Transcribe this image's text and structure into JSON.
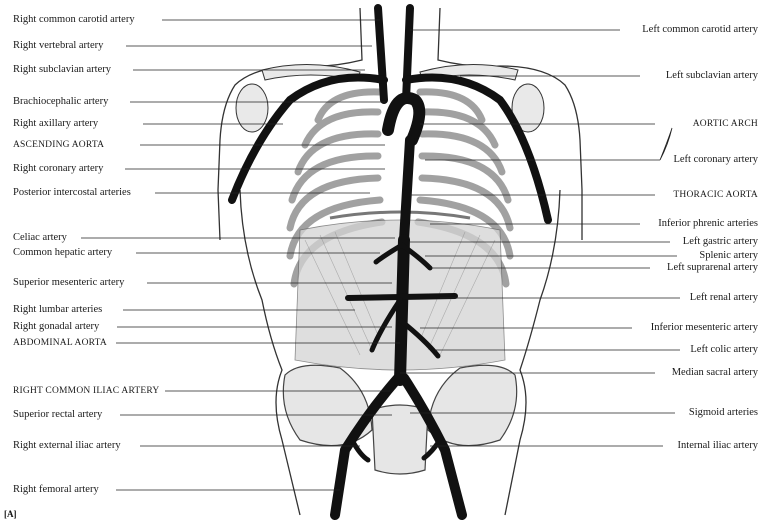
{
  "figure": {
    "letter": "[A]",
    "labels_left": [
      {
        "id": "right-common-carotid",
        "text": "Right common carotid artery"
      },
      {
        "id": "right-vertebral",
        "text": "Right vertebral artery"
      },
      {
        "id": "right-subclavian",
        "text": "Right subclavian artery"
      },
      {
        "id": "brachiocephalic",
        "text": "Brachiocephalic artery"
      },
      {
        "id": "right-axillary",
        "text": "Right axillary artery"
      },
      {
        "id": "ascending-aorta",
        "text": "ASCENDING AORTA"
      },
      {
        "id": "right-coronary",
        "text": "Right coronary artery"
      },
      {
        "id": "posterior-intercostal",
        "text": "Posterior intercostal arteries"
      },
      {
        "id": "celiac",
        "text": "Celiac artery"
      },
      {
        "id": "common-hepatic",
        "text": "Common hepatic artery"
      },
      {
        "id": "superior-mesenteric",
        "text": "Superior mesenteric artery"
      },
      {
        "id": "right-lumbar",
        "text": "Right lumbar arteries"
      },
      {
        "id": "right-gonadal",
        "text": "Right gonadal artery"
      },
      {
        "id": "abdominal-aorta",
        "text": "ABDOMINAL AORTA"
      },
      {
        "id": "right-common-iliac",
        "text": "RIGHT COMMON ILIAC ARTERY"
      },
      {
        "id": "superior-rectal",
        "text": "Superior rectal artery"
      },
      {
        "id": "right-external-iliac",
        "text": "Right external iliac artery"
      },
      {
        "id": "right-femoral",
        "text": "Right femoral artery"
      }
    ],
    "labels_right": [
      {
        "id": "left-common-carotid",
        "text": "Left common carotid artery"
      },
      {
        "id": "left-subclavian",
        "text": "Left subclavian artery"
      },
      {
        "id": "aortic-arch",
        "text": "AORTIC ARCH"
      },
      {
        "id": "left-coronary",
        "text": "Left coronary artery"
      },
      {
        "id": "thoracic-aorta",
        "text": "THORACIC AORTA"
      },
      {
        "id": "inferior-phrenic",
        "text": "Inferior phrenic arteries"
      },
      {
        "id": "left-gastric",
        "text": "Left gastric artery"
      },
      {
        "id": "splenic",
        "text": "Splenic artery"
      },
      {
        "id": "left-suprarenal",
        "text": "Left suprarenal artery"
      },
      {
        "id": "left-renal",
        "text": "Left renal artery"
      },
      {
        "id": "inferior-mesenteric",
        "text": "Inferior mesenteric artery"
      },
      {
        "id": "left-colic",
        "text": "Left colic artery"
      },
      {
        "id": "median-sacral",
        "text": "Median sacral artery"
      },
      {
        "id": "sigmoid",
        "text": "Sigmoid arteries"
      },
      {
        "id": "internal-iliac",
        "text": "Internal iliac artery"
      }
    ]
  }
}
